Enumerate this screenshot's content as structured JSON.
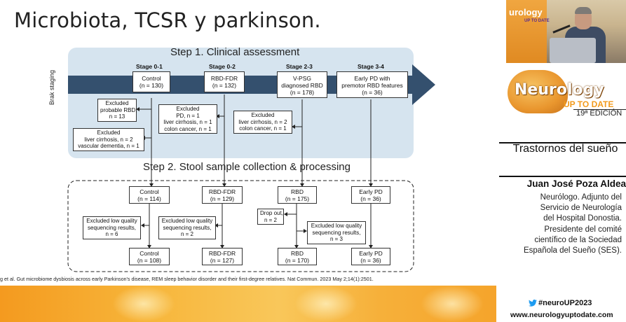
{
  "slide": {
    "title": "Microbiota, TCSR y parkinson.",
    "citation": "g et al. Gut microbiome dysbiosis across early Parkinson's disease, REM sleep behavior disorder and their first-degree relatives. Nat Commun. 2023 May 2;14(1):2501."
  },
  "diagram": {
    "step1_title": "Step 1. Clinical assessment",
    "step2_title": "Step 2. Stool sample collection & processing",
    "axis_label": "Brak staging",
    "stages": [
      {
        "label": "Stage 0-1",
        "box_lines": [
          "Control",
          "(n = 130)"
        ]
      },
      {
        "label": "Stage 0-2",
        "box_lines": [
          "RBD-FDR",
          "(n = 132)"
        ]
      },
      {
        "label": "Stage 2-3",
        "box_lines": [
          "V-PSG",
          "diagnosed RBD",
          "(n = 178)"
        ]
      },
      {
        "label": "Stage 3-4",
        "box_lines": [
          "Early PD with",
          "premotor RBD features",
          "(n = 36)"
        ]
      }
    ],
    "step1_exclusions": [
      [
        "Excluded",
        "probable RBD,",
        "n = 13"
      ],
      [
        "Excluded",
        "liver cirrhosis, n = 2",
        "vascular dementia, n = 1"
      ],
      [
        "Excluded",
        "PD, n = 1",
        "liver cirrhosis, n = 1",
        "colon cancer, n = 1"
      ],
      [
        "Excluded",
        "liver cirrhosis, n = 2",
        "colon cancer, n = 1"
      ]
    ],
    "step2_collected": [
      [
        "Control",
        "(n = 114)"
      ],
      [
        "RBD-FDR",
        "(n = 129)"
      ],
      [
        "RBD",
        "(n = 175)"
      ],
      [
        "Early PD",
        "(n = 36)"
      ]
    ],
    "step2_exclusions": [
      [
        "Excluded low quality",
        "sequencing results,",
        "n = 6"
      ],
      [
        "Excluded low quality",
        "sequencing results,",
        "n = 2"
      ],
      [
        "Drop out,",
        "n = 2"
      ],
      [
        "Excluded low quality",
        "sequencing results,",
        "n = 3"
      ]
    ],
    "step2_final": [
      [
        "Control",
        "(n = 108)"
      ],
      [
        "RBD-FDR",
        "(n = 127)"
      ],
      [
        "RBD",
        "(n = 170)"
      ],
      [
        "Early PD",
        "(n = 36)"
      ]
    ]
  },
  "panel": {
    "webcam_logo": "urology",
    "webcam_logo_sub": "UP TO DATE",
    "brand_name": "Neurology",
    "brand_sub": "UP TO DATE",
    "brand_edition": "19ª EDICIÓN",
    "session_title": "Trastornos del sueño",
    "speaker_name": "Juan José Poza Aldea",
    "speaker_bio": [
      "Neurólogo. Adjunto del",
      "Servicio de Neurología",
      "del Hospital Donostia.",
      "Presidente del comité",
      "científico de la Sociedad",
      "Española del Sueño (SES)."
    ],
    "hashtag": "#neuroUP2023",
    "website": "www.neurologyuptodate.com"
  },
  "colors": {
    "arrow": "#34506e",
    "panel_bg": "#d6e4ef",
    "brand_orange": "#f29a1c",
    "band_orange": "#f5a32a"
  }
}
